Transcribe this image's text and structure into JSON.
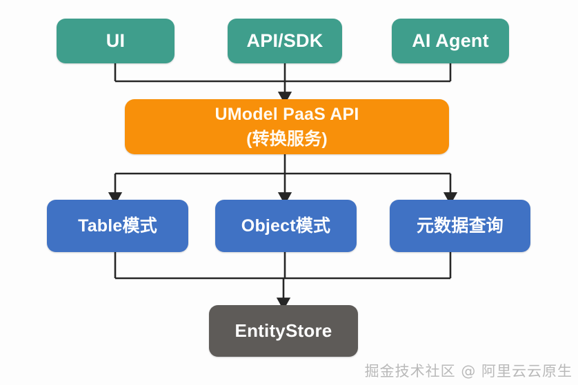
{
  "diagram": {
    "title": "UModel PaaS API architecture flow",
    "background_color": "#fdfdfd",
    "connector_color": "#262626",
    "tiers": {
      "clients": {
        "color": "#3f9e8c",
        "nodes": [
          {
            "id": "ui",
            "label": "UI"
          },
          {
            "id": "apisdk",
            "label": "API/SDK"
          },
          {
            "id": "aiagent",
            "label": "AI Agent"
          }
        ]
      },
      "service": {
        "color": "#f8900a",
        "nodes": [
          {
            "id": "paas",
            "label_line1": "UModel PaaS API",
            "label_line2": "(转换服务)"
          }
        ]
      },
      "modes": {
        "color": "#4072c4",
        "nodes": [
          {
            "id": "table",
            "label": "Table模式"
          },
          {
            "id": "object",
            "label": "Object模式"
          },
          {
            "id": "metadata",
            "label": "元数据查询"
          }
        ]
      },
      "store": {
        "color": "#5e5b58",
        "nodes": [
          {
            "id": "entitystore",
            "label": "EntityStore"
          }
        ]
      }
    },
    "edges": [
      {
        "from": "ui",
        "to": "paas"
      },
      {
        "from": "apisdk",
        "to": "paas"
      },
      {
        "from": "aiagent",
        "to": "paas"
      },
      {
        "from": "paas",
        "to": "table"
      },
      {
        "from": "paas",
        "to": "object"
      },
      {
        "from": "paas",
        "to": "metadata"
      },
      {
        "from": "table",
        "to": "entitystore"
      },
      {
        "from": "object",
        "to": "entitystore"
      },
      {
        "from": "metadata",
        "to": "entitystore"
      }
    ]
  },
  "watermark": {
    "text": "掘金技术社区 @ 阿里云云原生"
  }
}
